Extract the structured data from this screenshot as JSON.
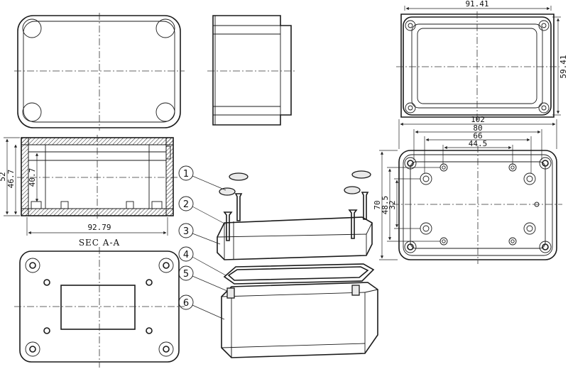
{
  "dimensions": {
    "top_width": "91.41",
    "top_height": "59.41",
    "overall_width": "102",
    "hole_spacing_a": "80",
    "hole_spacing_b": "66",
    "hole_spacing_c": "44.5",
    "overall_height": "70",
    "hole_vertical_a": "48.5",
    "hole_vertical_b": "32",
    "section_height_total": "52",
    "section_height_outer": "46.7",
    "section_height_inner": "40.7",
    "section_width": "92.79"
  },
  "section_label": "SEC A-A",
  "callouts": [
    "1",
    "2",
    "3",
    "4",
    "5",
    "6"
  ]
}
